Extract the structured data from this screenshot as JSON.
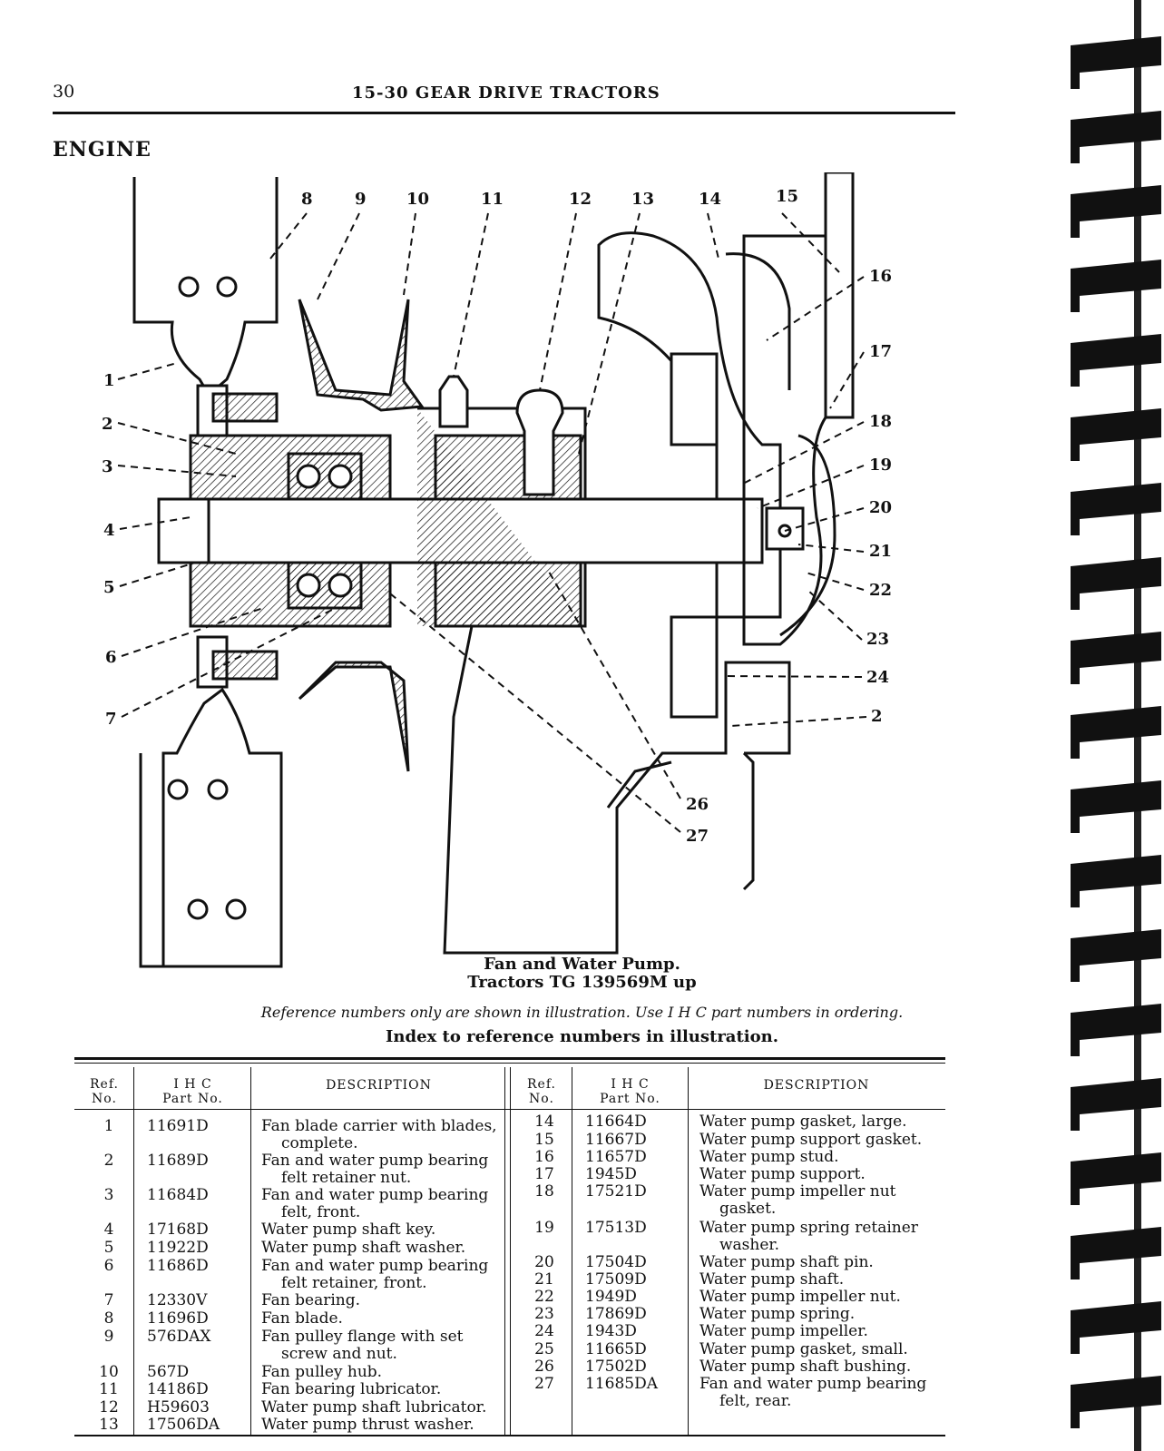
{
  "page": {
    "number": "30",
    "running_head": "15-30 GEAR DRIVE TRACTORS",
    "section_title": "ENGINE"
  },
  "figure": {
    "caption_line1": "Fan and Water Pump.",
    "caption_line2": "Tractors TG 139569M up",
    "callouts_top": [
      "8",
      "9",
      "10",
      "11",
      "12",
      "13",
      "14",
      "15"
    ],
    "callouts_left": [
      "1",
      "2",
      "3",
      "4",
      "5",
      "6",
      "7"
    ],
    "callouts_right": [
      "16",
      "17",
      "18",
      "19",
      "20",
      "21",
      "22",
      "23",
      "24",
      "2"
    ],
    "callouts_bottom": [
      "26",
      "27"
    ]
  },
  "note": "Reference numbers only are shown in illustration.   Use I H C part numbers in ordering.",
  "index_title": "Index to reference numbers in illustration.",
  "table": {
    "headers": {
      "ref_line1": "Ref.",
      "ref_line2": "No.",
      "ihc_line1": "I H C",
      "ihc_line2": "Part No.",
      "description": "DESCRIPTION"
    },
    "left": [
      {
        "ref": "1",
        "part": "11691D",
        "desc_l1": "Fan blade carrier with blades,",
        "desc_l2": "complete."
      },
      {
        "ref": "2",
        "part": "11689D",
        "desc_l1": "Fan and water pump bearing",
        "desc_l2": "felt retainer nut."
      },
      {
        "ref": "3",
        "part": "11684D",
        "desc_l1": "Fan and water pump bearing",
        "desc_l2": "felt, front."
      },
      {
        "ref": "4",
        "part": "17168D",
        "desc_l1": "Water pump shaft key.",
        "desc_l2": ""
      },
      {
        "ref": "5",
        "part": "11922D",
        "desc_l1": "Water pump shaft washer.",
        "desc_l2": ""
      },
      {
        "ref": "6",
        "part": "11686D",
        "desc_l1": "Fan and water pump bearing",
        "desc_l2": "felt retainer, front."
      },
      {
        "ref": "7",
        "part": "12330V",
        "desc_l1": "Fan bearing.",
        "desc_l2": ""
      },
      {
        "ref": "8",
        "part": "11696D",
        "desc_l1": "Fan blade.",
        "desc_l2": ""
      },
      {
        "ref": "9",
        "part": "576DAX",
        "desc_l1": "Fan pulley flange with set",
        "desc_l2": "screw and nut."
      },
      {
        "ref": "10",
        "part": "567D",
        "desc_l1": "Fan pulley hub.",
        "desc_l2": ""
      },
      {
        "ref": "11",
        "part": "14186D",
        "desc_l1": "Fan bearing lubricator.",
        "desc_l2": ""
      },
      {
        "ref": "12",
        "part": "H59603",
        "desc_l1": "Water pump shaft lubricator.",
        "desc_l2": ""
      },
      {
        "ref": "13",
        "part": "17506DA",
        "desc_l1": "Water pump thrust washer.",
        "desc_l2": ""
      }
    ],
    "right": [
      {
        "ref": "14",
        "part": "11664D",
        "desc_l1": "Water pump gasket, large.",
        "desc_l2": ""
      },
      {
        "ref": "15",
        "part": "11667D",
        "desc_l1": "Water pump support gasket.",
        "desc_l2": ""
      },
      {
        "ref": "16",
        "part": "11657D",
        "desc_l1": "Water pump stud.",
        "desc_l2": ""
      },
      {
        "ref": "17",
        "part": "1945D",
        "desc_l1": "Water pump support.",
        "desc_l2": ""
      },
      {
        "ref": "18",
        "part": "17521D",
        "desc_l1": "Water pump impeller nut",
        "desc_l2": "gasket."
      },
      {
        "ref": "19",
        "part": "17513D",
        "desc_l1": "Water pump spring retainer",
        "desc_l2": "washer."
      },
      {
        "ref": "20",
        "part": "17504D",
        "desc_l1": "Water pump shaft pin.",
        "desc_l2": ""
      },
      {
        "ref": "21",
        "part": "17509D",
        "desc_l1": "Water pump shaft.",
        "desc_l2": ""
      },
      {
        "ref": "22",
        "part": "1949D",
        "desc_l1": "Water pump impeller nut.",
        "desc_l2": ""
      },
      {
        "ref": "23",
        "part": "17869D",
        "desc_l1": "Water pump spring.",
        "desc_l2": ""
      },
      {
        "ref": "24",
        "part": "1943D",
        "desc_l1": "Water pump impeller.",
        "desc_l2": ""
      },
      {
        "ref": "25",
        "part": "11665D",
        "desc_l1": "Water pump gasket, small.",
        "desc_l2": ""
      },
      {
        "ref": "26",
        "part": "17502D",
        "desc_l1": "Water pump shaft bushing.",
        "desc_l2": ""
      },
      {
        "ref": "27",
        "part": "11685DA",
        "desc_l1": "Fan and water pump bearing",
        "desc_l2": "felt, rear."
      }
    ]
  }
}
